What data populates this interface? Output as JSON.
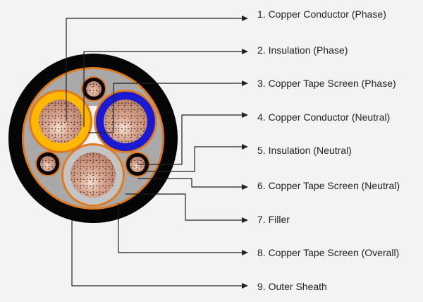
{
  "title": "Cable cross-section diagram",
  "labels": [
    "1. Copper Conductor (Phase)",
    "2. Insulation (Phase)",
    "3. Copper Tape Screen (Phase)",
    "4. Copper Conductor (Neutral)",
    "5. Insulation (Neutral)",
    "6. Copper Tape Screen (Neutral)",
    "7. Filler",
    "8. Copper Tape Screen (Overall)",
    "9. Outer Sheath"
  ],
  "colors": {
    "sheath": "#050505",
    "tape": "#e07a1c",
    "filler": "#a9a9a9",
    "insulation_yellow": "#ffb800",
    "insulation_blue": "#1a1ad0",
    "insulation_grey": "#c4c4c4",
    "copper": "#c9957f"
  }
}
